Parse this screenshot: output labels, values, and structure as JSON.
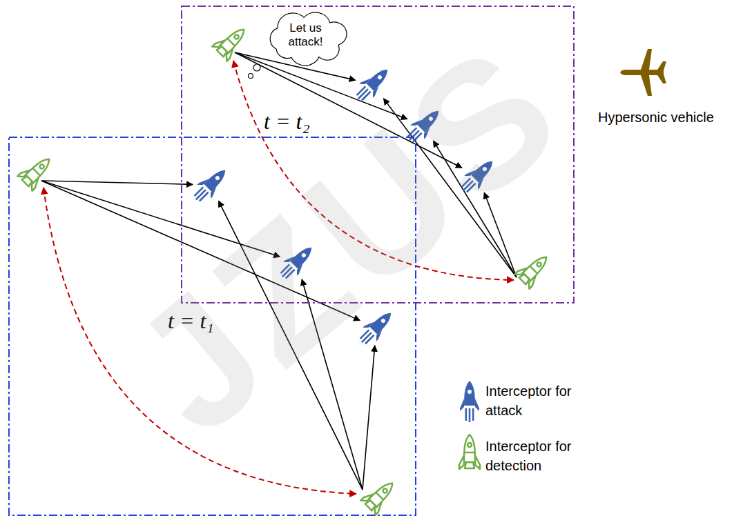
{
  "diagram": {
    "nodes": [
      {
        "text": [
          "t = t₂"
        ]
      },
      {
        "text": [
          "Let us attack!"
        ],
        "in": 0
      },
      {
        "text": [
          "t = t₁"
        ]
      }
    ],
    "labels": [
      "Hypersonic vehicle",
      "JZUS"
    ],
    "legend": [
      {
        "text": "Interceptor for attack"
      },
      {
        "text": "Interceptor for detection"
      }
    ]
  }
}
